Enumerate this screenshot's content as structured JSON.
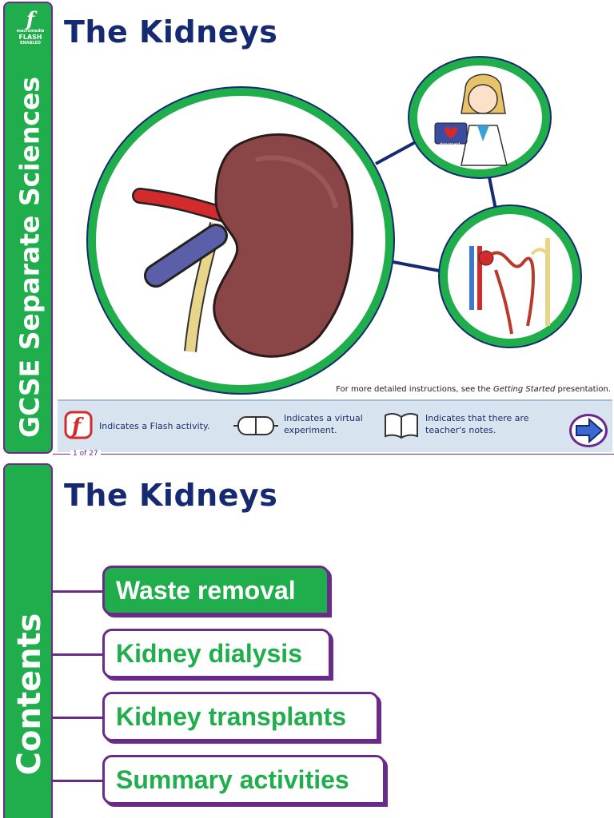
{
  "slide1": {
    "side_title": "GCSE Separate Sciences",
    "flash_logo": {
      "line1": "macromedia",
      "line2": "FLASH",
      "line3": "ENABLED"
    },
    "title": "The Kidneys",
    "donor_card_label": "donorcard",
    "instructions": {
      "before": "For more detailed instructions, see the ",
      "emph": "Getting Started",
      "after": " presentation."
    },
    "legend": [
      {
        "icon": "flash-icon",
        "text": "Indicates a Flash activity."
      },
      {
        "icon": "goggles-icon",
        "text": "Indicates a virtual experiment."
      },
      {
        "icon": "book-icon",
        "text": "Indicates that there are teacher's notes."
      }
    ],
    "page": "1 of 27"
  },
  "slide2": {
    "side_title": "Contents",
    "title": "The Kidneys",
    "menu": [
      {
        "label": "Waste removal",
        "active": true
      },
      {
        "label": "Kidney dialysis",
        "active": false
      },
      {
        "label": "Kidney transplants",
        "active": false
      },
      {
        "label": "Summary activities",
        "active": false
      }
    ]
  },
  "colors": {
    "green": "#1fae4b",
    "purple": "#6a2a8a",
    "navy": "#152a70"
  }
}
